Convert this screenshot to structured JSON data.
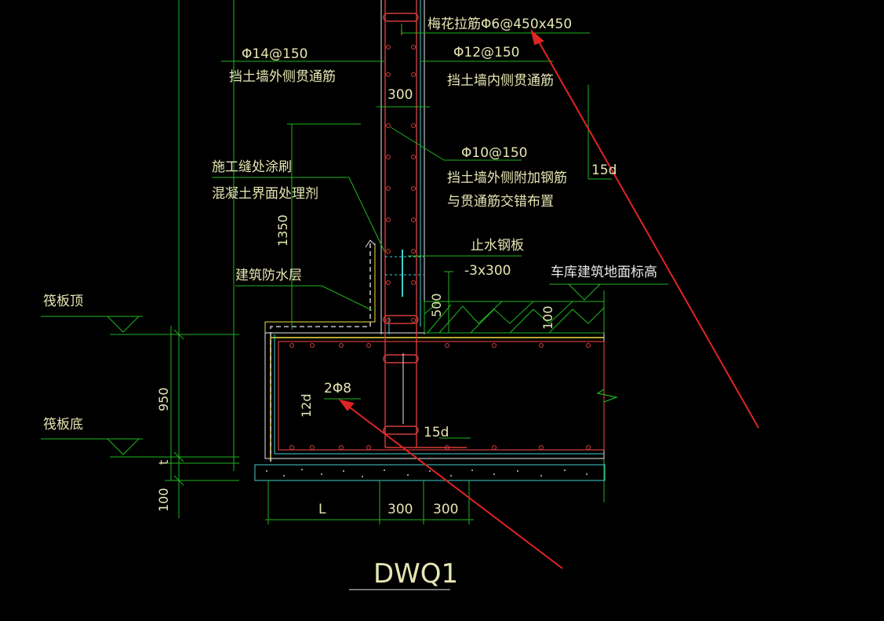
{
  "drawing": {
    "title": "DWQ1",
    "colors": {
      "background": "#000000",
      "line_green": "#1fb51f",
      "text_yellow": "#e6e6b4",
      "rebar_red": "#d23c3c",
      "cyan": "#3fd1d1",
      "white": "#e8e8e8",
      "arrow_red": "#e02424"
    }
  },
  "labels": {
    "tie_bar": "梅花拉筋Φ6@450x450",
    "outer_rebar_spec": "Φ14@150",
    "outer_rebar_desc": "挡土墙外侧贯通筋",
    "inner_rebar_spec": "Φ12@150",
    "inner_rebar_desc": "挡土墙内侧贯通筋",
    "dim_wall": "300",
    "extra_rebar_spec": "Φ10@150",
    "extra_rebar_desc1": "挡土墙外侧附加钢筋",
    "extra_rebar_desc2": "与贯通筋交错布置",
    "anchor_15d_top": "15d",
    "joint_note1": "施工缝处涂刷",
    "joint_note2": "混凝土界面处理剂",
    "dim_1350": "1350",
    "waterstop1": "止水钢板",
    "waterstop2": "-3x300",
    "waterproof": "建筑防水层",
    "garage_level": "车库建筑地面标高",
    "dim_500": "500",
    "dim_100_right": "100",
    "raft_top": "筏板顶",
    "raft_bottom": "筏板底",
    "dim_950": "950",
    "rebar_2phi8": "2Φ8",
    "anchor_12d": "12d",
    "anchor_15d_bottom": "15d",
    "dim_t": "t",
    "dim_100_left": "100",
    "dim_L": "L",
    "dim_300_a": "300",
    "dim_300_b": "300"
  }
}
